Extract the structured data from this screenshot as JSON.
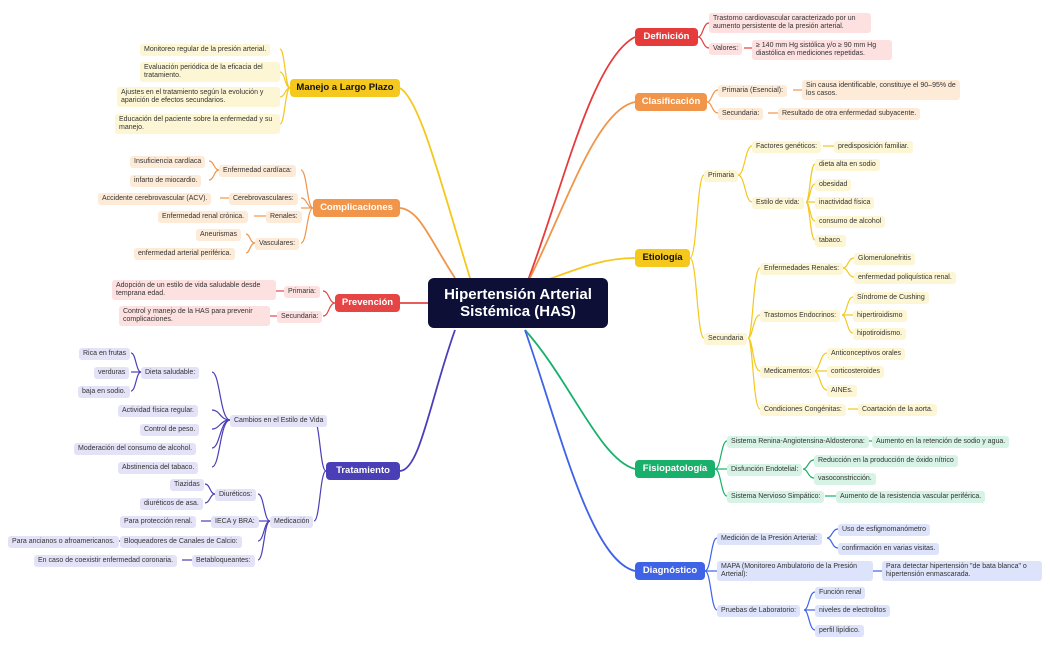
{
  "root": "Hipertensión Arterial Sistémica (HAS)",
  "colors": {
    "root": "#0d0f36",
    "definicion": "#e63b3b",
    "clasificacion": "#f0954a",
    "etiologia": "#f4c81c",
    "fisiopatologia": "#18b06b",
    "diagnostico": "#3f63e6",
    "tratamiento": "#4b3fb8",
    "prevencion": "#e64545",
    "complicaciones": "#f0954a",
    "manejo": "#f4c81c"
  },
  "definicion": {
    "title": "Definición",
    "desc": "Trastorno cardiovascular caracterizado por un aumento persistente de la presión arterial.",
    "valores_label": "Valores:",
    "valores": "≥ 140 mm Hg sistólica y/o ≥ 90 mm Hg diastólica en mediciones repetidas."
  },
  "clasificacion": {
    "title": "Clasificación",
    "primaria_label": "Primaria (Esencial):",
    "primaria": "Sin causa identificable, constituye el 90–95% de los casos.",
    "secundaria_label": "Secundaria:",
    "secundaria": "Resultado de otra enfermedad subyacente."
  },
  "etiologia": {
    "title": "Etiología",
    "primaria": "Primaria",
    "factores": "Factores genéticos:",
    "predisposicion": "predisposición familiar.",
    "estilo": "Estilo de vida:",
    "estilo_items": [
      "dieta alta en sodio",
      "obesidad",
      "inactividad física",
      "consumo de alcohol",
      "tabaco."
    ],
    "secundaria": "Secundaria",
    "renales": "Enfermedades Renales:",
    "renales_items": [
      "Glomerulonefritis",
      "enfermedad poliquística renal."
    ],
    "endocrinos": "Trastornos Endocrinos:",
    "endocrinos_items": [
      "Síndrome de Cushing",
      "hipertiroidismo",
      "hipotiroidismo."
    ],
    "medicamentos": "Medicamentos:",
    "medicamentos_items": [
      "Anticonceptivos orales",
      "corticosteroides",
      "AINEs."
    ],
    "congenitas": "Condiciones Congénitas:",
    "coartacion": "Coartación de la aorta."
  },
  "fisiopatologia": {
    "title": "Fisiopatología",
    "sraa": "Sistema Renina-Angiotensina-Aldosterona:",
    "sraa_item": "Aumento en la retención de sodio y agua.",
    "disfuncion": "Disfunción Endotelial:",
    "disfuncion_items": [
      "Reducción en la producción de óxido nítrico",
      "vasoconstricción."
    ],
    "nervioso": "Sistema Nervioso Simpático:",
    "nervioso_item": "Aumento de la resistencia vascular periférica."
  },
  "diagnostico": {
    "title": "Diagnóstico",
    "medicion": "Medición de la Presión Arterial:",
    "medicion_items": [
      "Uso de esfigmomanómetro",
      "confirmación en varias visitas."
    ],
    "mapa": "MAPA (Monitoreo Ambulatorio de la Presión Arterial):",
    "mapa_item": "Para detectar hipertensión \"de bata blanca\" o hipertensión enmascarada.",
    "pruebas": "Pruebas de Laboratorio:",
    "pruebas_items": [
      "Función renal",
      "niveles de electrolitos",
      "perfil lipídico."
    ]
  },
  "tratamiento": {
    "title": "Tratamiento",
    "cambios": "Cambios en el Estilo de Vida",
    "dieta": "Dieta saludable:",
    "dieta_items": [
      "Rica en frutas",
      "verduras",
      "baja en sodio."
    ],
    "cambios_items": [
      "Actividad física regular.",
      "Control de peso.",
      "Moderación del consumo de alcohol.",
      "Abstinencia del tabaco."
    ],
    "medicacion": "Medicación",
    "diureticos": "Diuréticos:",
    "diureticos_items": [
      "Tiazidas",
      "diuréticos de asa."
    ],
    "ieca": "IECA y BRA:",
    "ieca_item": "Para protección renal.",
    "bloqueadores": "Bloqueadores de Canales de Calcio:",
    "bloqueadores_item": "Para ancianos o afroamericanos.",
    "beta": "Betabloqueantes:",
    "beta_item": "En caso de coexistir enfermedad coronaria."
  },
  "prevencion": {
    "title": "Prevención",
    "primaria_label": "Primaria:",
    "primaria": "Adopción de un estilo de vida saludable desde temprana edad.",
    "secundaria_label": "Secundaria:",
    "secundaria": "Control y manejo de la HAS para prevenir complicaciones."
  },
  "complicaciones": {
    "title": "Complicaciones",
    "cardiaca": "Enfermedad cardíaca:",
    "cardiaca_items": [
      "Insuficiencia cardíaca",
      "infarto de miocardio."
    ],
    "cerebro": "Cerebrovasculares:",
    "cerebro_item": "Accidente cerebrovascular (ACV).",
    "renales": "Renales:",
    "renales_item": "Enfermedad renal crónica.",
    "vasculares": "Vasculares:",
    "vasculares_items": [
      "Aneurismas",
      "enfermedad arterial periférica."
    ]
  },
  "manejo": {
    "title": "Manejo a Largo Plazo",
    "items": [
      "Monitoreo regular de la presión arterial.",
      "Evaluación periódica de la eficacia del tratamiento.",
      "Ajustes en el tratamiento según la evolución y aparición de efectos secundarios.",
      "Educación del paciente sobre la enfermedad y su manejo."
    ]
  }
}
